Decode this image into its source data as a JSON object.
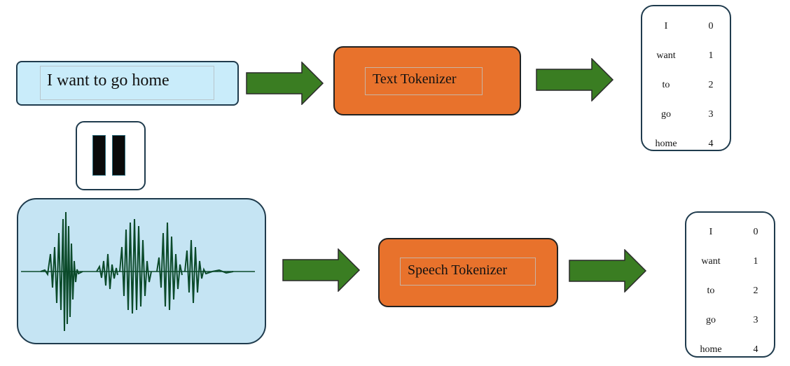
{
  "text_input": {
    "label": "I want to go home"
  },
  "text_tokenizer": {
    "label": "Text Tokenizer"
  },
  "speech_tokenizer": {
    "label": "Speech Tokenizer"
  },
  "text_tokens": {
    "rows": [
      {
        "word": "I",
        "id": "0"
      },
      {
        "word": "want",
        "id": "1"
      },
      {
        "word": "to",
        "id": "2"
      },
      {
        "word": "go",
        "id": "3"
      },
      {
        "word": "home",
        "id": "4"
      }
    ]
  },
  "speech_tokens": {
    "rows": [
      {
        "word": "I",
        "id": "0"
      },
      {
        "word": "want",
        "id": "1"
      },
      {
        "word": "to",
        "id": "2"
      },
      {
        "word": "go",
        "id": "3"
      },
      {
        "word": "home",
        "id": "4"
      }
    ]
  },
  "colors": {
    "text_box": "#c9ecfa",
    "tokenizer": "#e8722c",
    "arrow": "#3a7d22",
    "audio_box": "#c5e4f3",
    "waveform": "#0b4a2a"
  }
}
